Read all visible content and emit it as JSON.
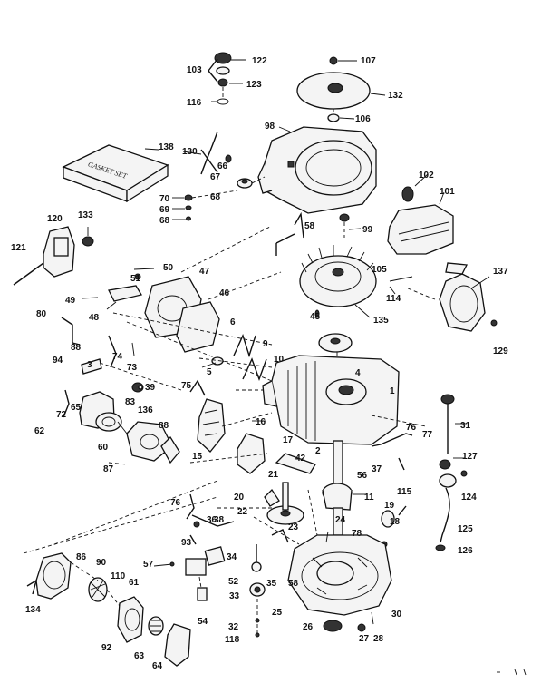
{
  "gasket_box_text": "GASKET SET",
  "labels": [
    "122",
    "103",
    "123",
    "116",
    "107",
    "132",
    "106",
    "98",
    "130",
    "66",
    "67",
    "68",
    "138",
    "70",
    "69",
    "68",
    "102",
    "101",
    "120",
    "133",
    "121",
    "58",
    "99",
    "105",
    "114",
    "137",
    "129",
    "51",
    "50",
    "47",
    "49",
    "48",
    "46",
    "45",
    "135",
    "80",
    "88",
    "74",
    "6",
    "9",
    "10",
    "94",
    "3",
    "73",
    "5",
    "4",
    "39",
    "75",
    "83",
    "136",
    "1",
    "72",
    "62",
    "65",
    "60",
    "88",
    "15",
    "16",
    "31",
    "87",
    "17",
    "42",
    "2",
    "76",
    "77",
    "127",
    "21",
    "20",
    "22",
    "78",
    "56",
    "37",
    "115",
    "124",
    "11",
    "19",
    "18",
    "125",
    "126",
    "76",
    "36",
    "93",
    "57",
    "24",
    "23",
    "38",
    "34",
    "58",
    "52",
    "35",
    "86",
    "90",
    "110",
    "61",
    "33",
    "134",
    "92",
    "54",
    "63",
    "32",
    "118",
    "25",
    "26",
    "27",
    "28",
    "30",
    "64"
  ]
}
